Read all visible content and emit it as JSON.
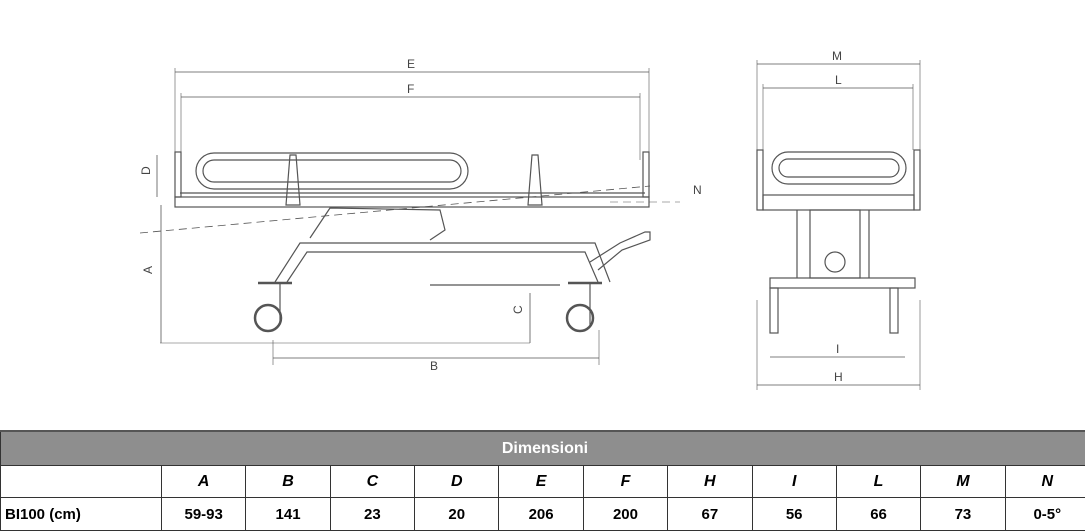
{
  "drawing": {
    "side_view_labels": [
      "E",
      "F",
      "D",
      "N",
      "A",
      "C",
      "B"
    ],
    "front_view_labels": [
      "M",
      "L",
      "I",
      "H"
    ]
  },
  "table": {
    "title": "Dimensioni",
    "columns": [
      "A",
      "B",
      "C",
      "D",
      "E",
      "F",
      "H",
      "I",
      "L",
      "M",
      "N"
    ],
    "rows": [
      {
        "label": "BI100 (cm)",
        "values": [
          "59-93",
          "141",
          "23",
          "20",
          "206",
          "200",
          "67",
          "56",
          "66",
          "73",
          "0-5°"
        ]
      }
    ]
  }
}
